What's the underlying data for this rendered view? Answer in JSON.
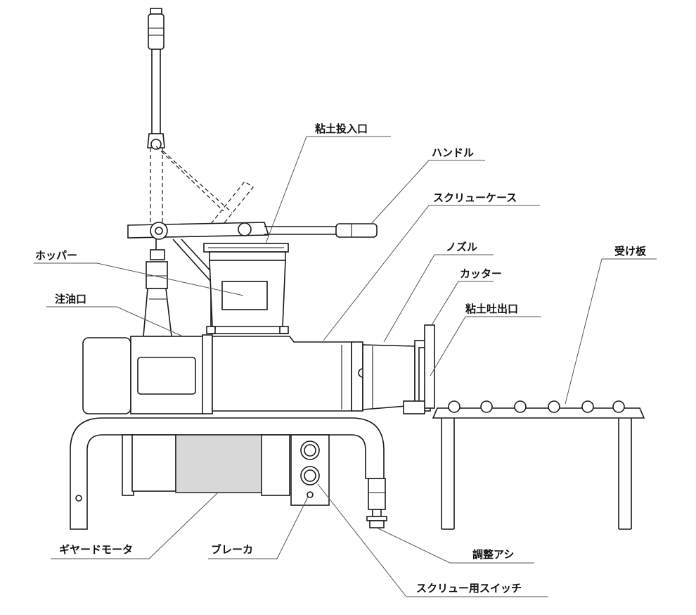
{
  "labels": {
    "clay_inlet": "粘土投入口",
    "handle": "ハンドル",
    "screw_case": "スクリューケース",
    "hopper": "ホッパー",
    "nozzle": "ノズル",
    "cutter": "カッター",
    "oil_port": "注油口",
    "clay_outlet": "粘土吐出口",
    "receiving_plate": "受け板",
    "gear_motor": "ギヤードモータ",
    "breaker": "ブレーカ",
    "adjuster_foot": "調整アシ",
    "screw_switch": "スクリュー用スイッチ"
  }
}
